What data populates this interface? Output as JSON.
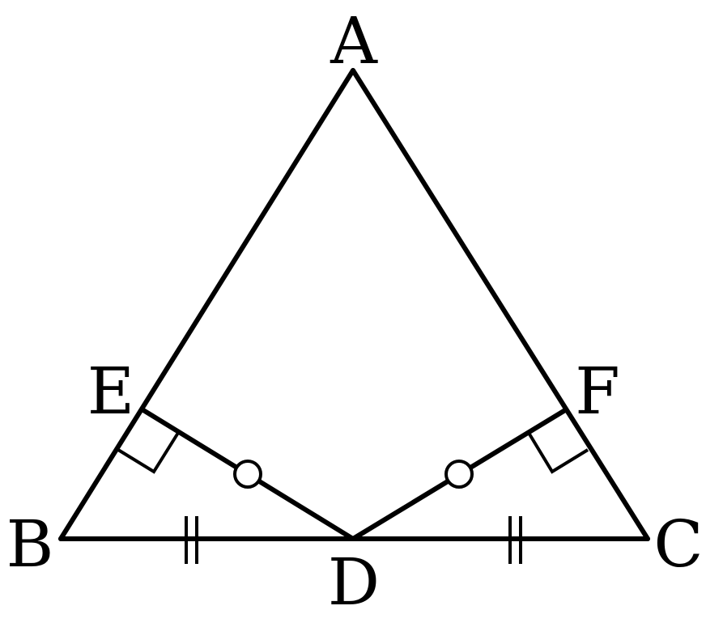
{
  "points": {
    "A": "A",
    "B": "B",
    "C": "C",
    "D": "D",
    "E": "E",
    "F": "F"
  },
  "segments": [
    "AB",
    "AC",
    "BC",
    "DE",
    "DF"
  ],
  "markings": {
    "right_angles": [
      "DEB",
      "DFC"
    ],
    "equal_ticks_double": [
      "BD",
      "DC"
    ],
    "equal_circle_marks": [
      "DE",
      "DF"
    ]
  },
  "colors": {
    "stroke": "#000000",
    "background": "#ffffff"
  }
}
